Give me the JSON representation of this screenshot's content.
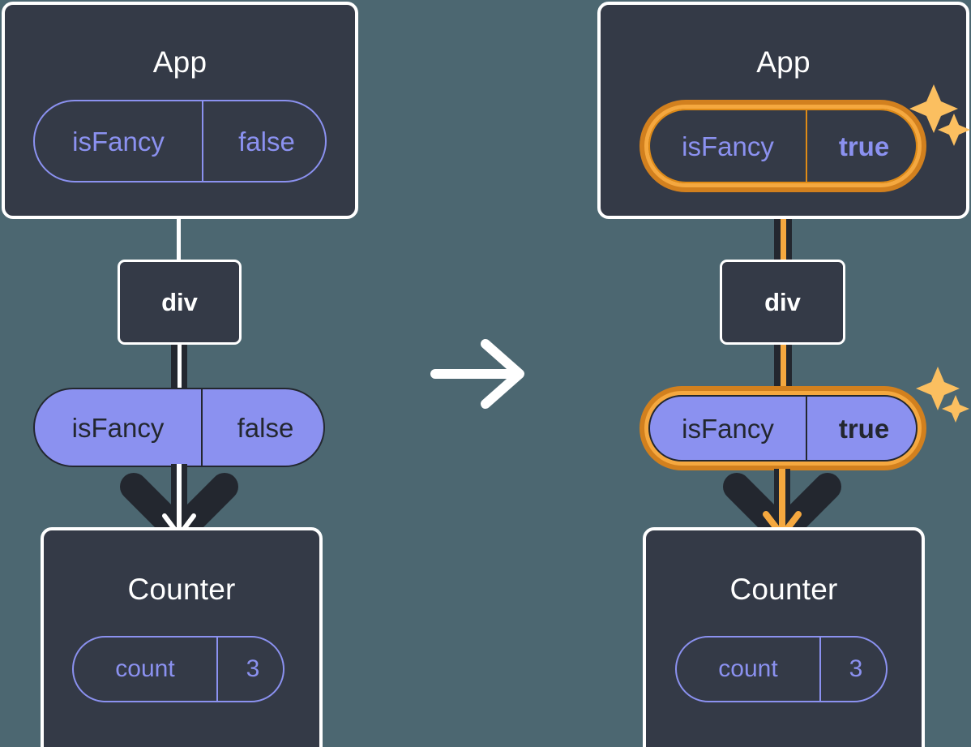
{
  "background_color": "#4c6771",
  "palette": {
    "box_fill": "#343a47",
    "box_border": "#ffffff",
    "pill_purple": "#8b91f0",
    "pill_dark_text": "#23272f",
    "highlight_outer": "#d2801e",
    "highlight_inner": "#f5a83f",
    "arrow_dark": "#23272f",
    "arrow_light": "#ffffff",
    "arrow_orange": "#f5a83f"
  },
  "transition_arrow": {
    "icon": "arrow-right-icon",
    "color": "#ffffff"
  },
  "panels": [
    {
      "id": "before",
      "app": {
        "title": "App",
        "state_pill": {
          "name": "isFancy",
          "value": "false",
          "highlighted": false,
          "style": "outline",
          "value_bold": false
        }
      },
      "div_node": {
        "label": "div"
      },
      "prop_pill": {
        "name": "isFancy",
        "value": "false",
        "highlighted": false,
        "style": "filled",
        "value_bold": false
      },
      "counter": {
        "title": "Counter",
        "state_pill": {
          "name": "count",
          "value": "3",
          "highlighted": false,
          "style": "outline",
          "value_bold": false
        }
      },
      "sparkles": false
    },
    {
      "id": "after",
      "app": {
        "title": "App",
        "state_pill": {
          "name": "isFancy",
          "value": "true",
          "highlighted": true,
          "style": "outline",
          "value_bold": true
        }
      },
      "div_node": {
        "label": "div"
      },
      "prop_pill": {
        "name": "isFancy",
        "value": "true",
        "highlighted": true,
        "style": "filled",
        "value_bold": true
      },
      "counter": {
        "title": "Counter",
        "state_pill": {
          "name": "count",
          "value": "3",
          "highlighted": false,
          "style": "outline",
          "value_bold": false
        }
      },
      "sparkles": true,
      "sparkle_icons": [
        "sparkle-large-icon",
        "sparkle-small-icon"
      ]
    }
  ]
}
